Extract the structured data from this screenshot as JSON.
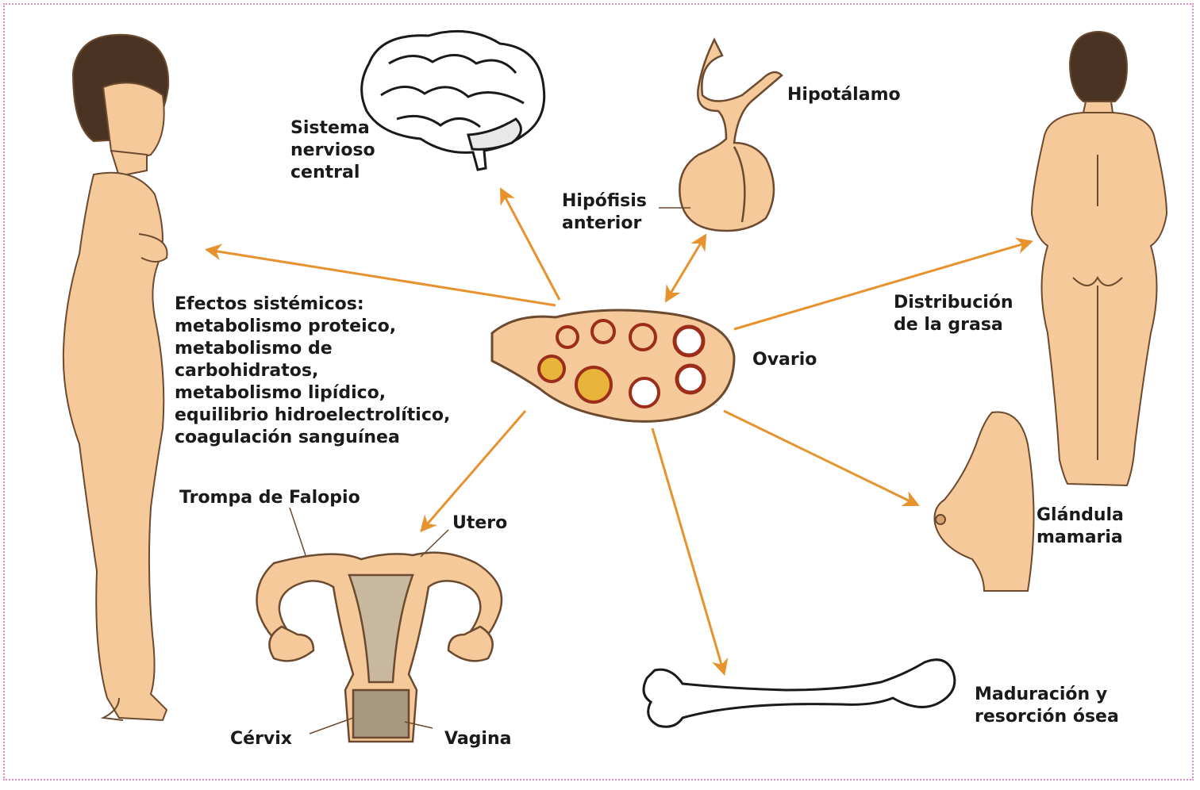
{
  "colors": {
    "skin": "#f5c99a",
    "skin_stroke": "#6b4a2f",
    "arrow": "#e8922e",
    "hair": "#4a3322",
    "ovary_dots": "#9b2d1a",
    "frame_dots": "#d98fc4"
  },
  "labels": {
    "snc": [
      "Sistema",
      "nervioso",
      "central"
    ],
    "hipotalamo": "Hipotálamo",
    "hipofisis": [
      "Hipófisis",
      "anterior"
    ],
    "efectos": [
      "Efectos sistémicos:",
      "metabolismo proteico,",
      "metabolismo de",
      "carbohidratos,",
      "metabolismo lipídico,",
      "equilibrio hidroelectrolítico,",
      "coagulación sanguínea"
    ],
    "distribucion": [
      "Distribución",
      "de la grasa"
    ],
    "ovario": "Ovario",
    "trompa": "Trompa de Falopio",
    "utero": "Utero",
    "cervix": "Cérvix",
    "vagina": "Vagina",
    "glandula": [
      "Glándula",
      "mamaria"
    ],
    "maduracion": [
      "Maduración y",
      "resorción ósea"
    ]
  }
}
